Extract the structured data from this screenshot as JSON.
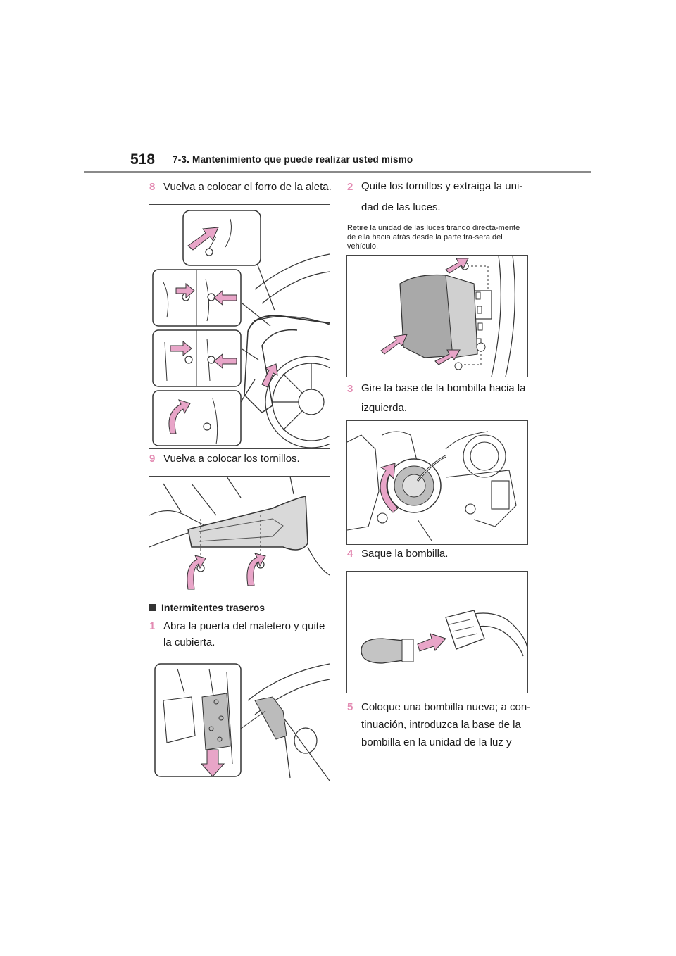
{
  "header": {
    "page_number": "518",
    "section_title": "7-3. Mantenimiento que puede realizar usted mismo"
  },
  "left_column": {
    "step8": {
      "num": "8",
      "text": "Vuelva a colocar el forro de la aleta."
    },
    "step9": {
      "num": "9",
      "text": "Vuelva a colocar los tornillos."
    },
    "heading": "Intermitentes traseros",
    "step1": {
      "num": "1",
      "text": "Abra la puerta del maletero y quite la cubierta."
    }
  },
  "right_column": {
    "step2": {
      "num": "2",
      "text": "Quite los tornillos y extraiga la uni-dad de las luces."
    },
    "note2": "Retire la unidad de las luces tirando directa-mente de ella hacia atrás desde la parte tra-sera del vehículo.",
    "step3": {
      "num": "3",
      "text": "Gire la base de la bombilla hacia la izquierda."
    },
    "step4": {
      "num": "4",
      "text": "Saque la bombilla."
    },
    "step5": {
      "num": "5",
      "text": "Coloque una bombilla nueva; a con-tinuación, introduzca la base de la bombilla en la unidad de la luz y"
    }
  },
  "colors": {
    "accent_pink": "#e8a5c8",
    "step_number": "#e38ab2",
    "line": "#333333",
    "rule": "#8a8a8a"
  }
}
